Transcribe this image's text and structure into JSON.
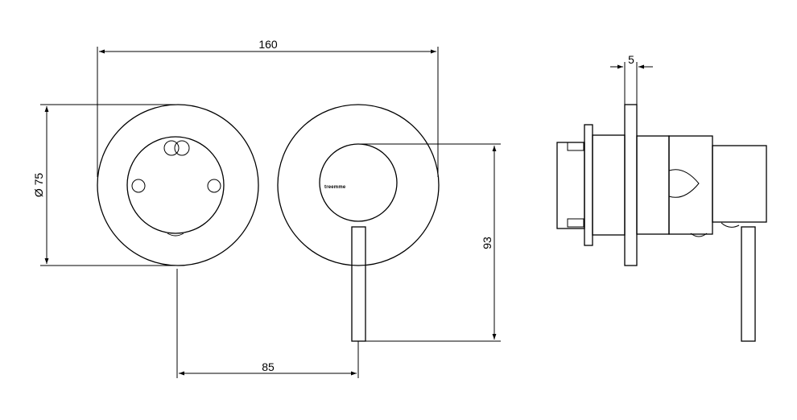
{
  "dimensions": {
    "overall_width": "160",
    "plate_diameter": "Ø 75",
    "handle_drop": "93",
    "center_distance": "85",
    "plate_thickness": "5"
  },
  "branding": {
    "handle_logo": "treemme"
  }
}
